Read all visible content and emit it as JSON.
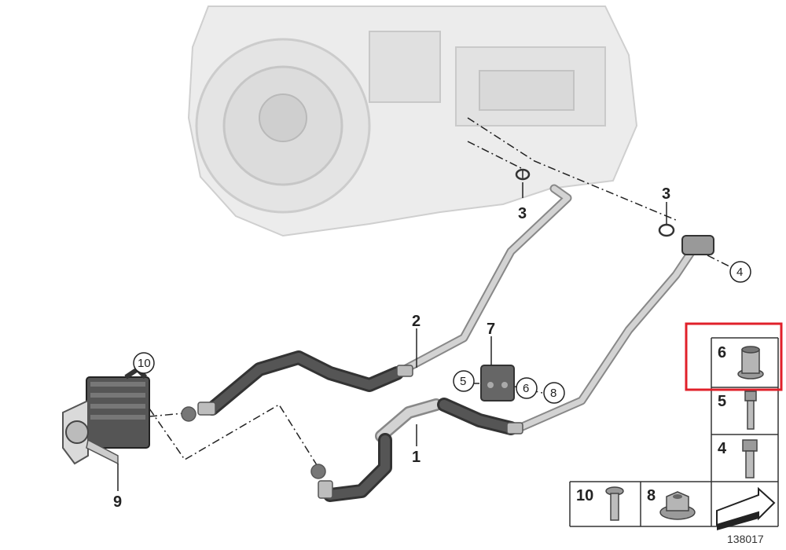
{
  "diagram_id": "138017",
  "callouts": {
    "c1": "1",
    "c2": "2",
    "c3a": "3",
    "c3b": "3",
    "c4": "4",
    "c5": "5",
    "c6": "6",
    "c7": "7",
    "c8": "8",
    "c9": "9",
    "c10": "10"
  },
  "parts_panel": {
    "p6": "6",
    "p5": "5",
    "p4": "4",
    "p10": "10",
    "p8": "8"
  },
  "colors": {
    "highlight": "#e0202a",
    "hose_dark": "#4a4a4a",
    "pipe_light": "#c9c9c9",
    "housing": "#ececec"
  }
}
